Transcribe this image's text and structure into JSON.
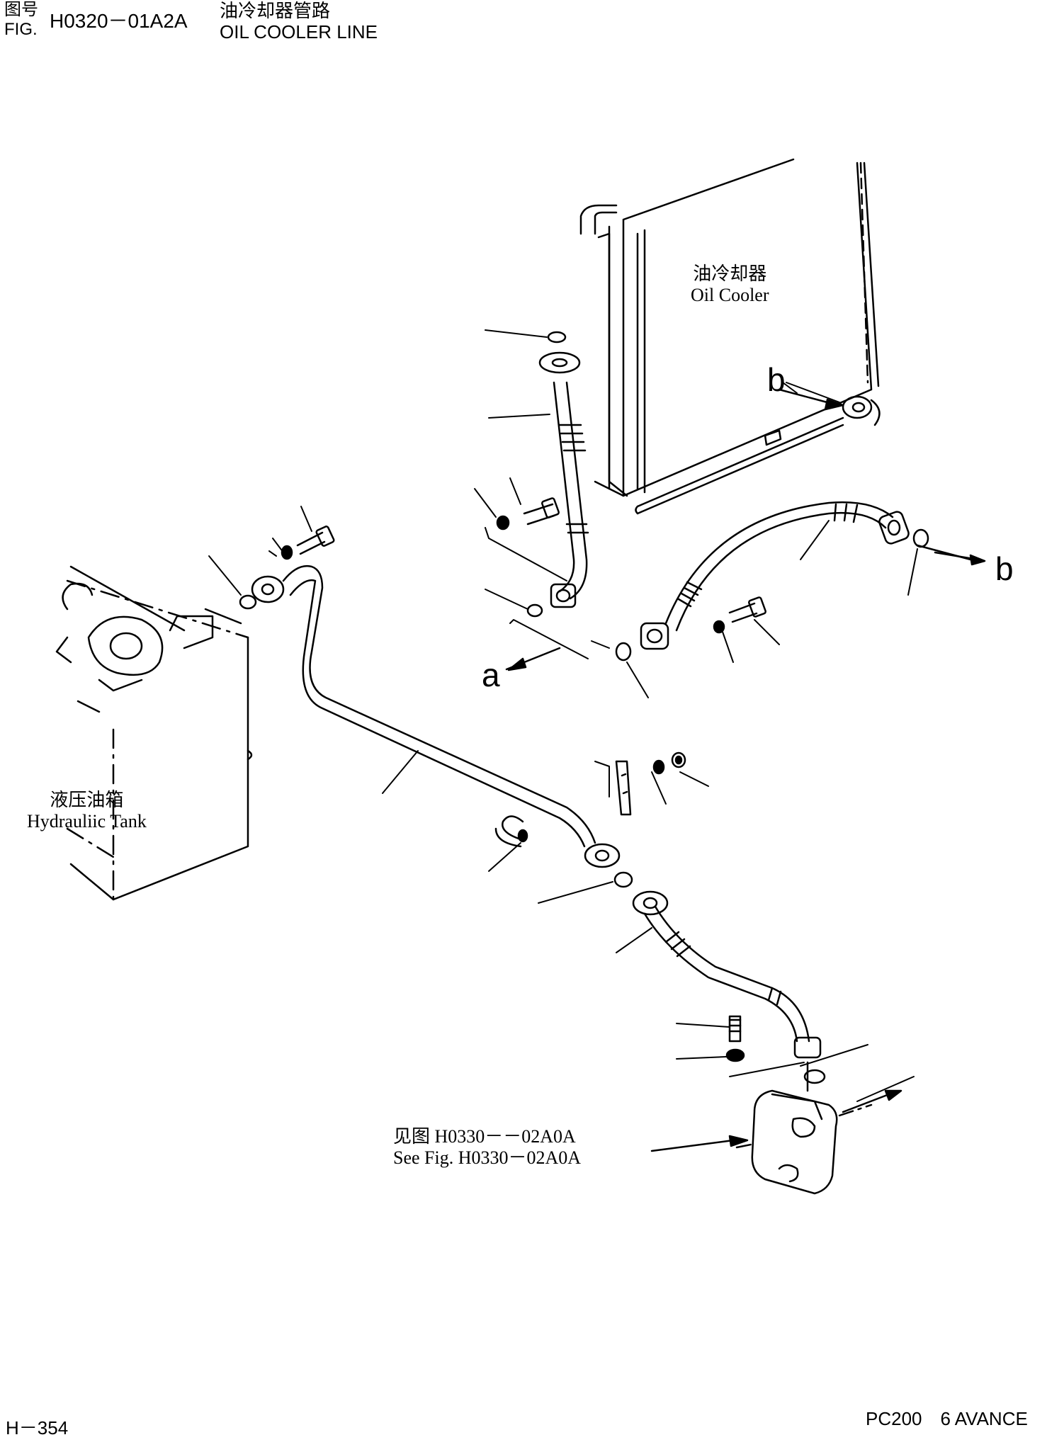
{
  "header": {
    "fig_label_cn": "图号",
    "fig_label_en": "FIG.",
    "fig_code": "H0320－01A2A",
    "title_cn": "油冷却器管路",
    "title_en": "OIL COOLER LINE"
  },
  "labels": {
    "oil_cooler_cn": "油冷却器",
    "oil_cooler_en": "Oil Cooler",
    "tank_cn": "液压油箱",
    "tank_en": "Hydrauliic Tank",
    "see_fig_cn": "见图 H0330－－02A0A",
    "see_fig_en": "See Fig. H0330－02A0A"
  },
  "connection_marks": {
    "b_upper": "b",
    "b_right": "b",
    "a_left": "a"
  },
  "footer": {
    "page": "H－354",
    "model": "PC200　6 AVANCE"
  }
}
